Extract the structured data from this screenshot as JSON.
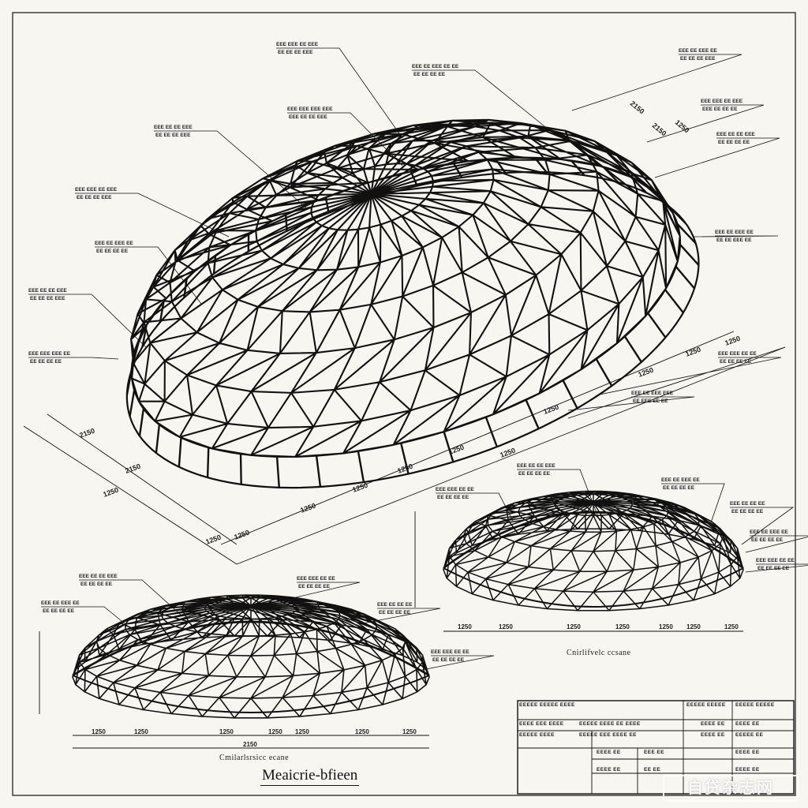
{
  "drawing": {
    "main_title": "Meaicrie-bfieen",
    "captions": {
      "dome_right": "Cnirlifvelc ccsane",
      "dome_left": "Cmilarlsrsicc ecane"
    }
  },
  "colors": {
    "paper": "#f7f6f1",
    "ink": "#111111"
  },
  "callouts": [
    {
      "text": "EEE EEE EE EEE",
      "sub": "EE EE EE EEE"
    },
    {
      "text": "EEE EE EEE EE EE",
      "sub": "EE EE EE EE"
    },
    {
      "text": "EEE EEE EEE EEE",
      "sub": "EEE EE EE EEE"
    },
    {
      "text": "EEE EE EE EEE",
      "sub": "EE EE EE EEE"
    },
    {
      "text": "EEE EEE EE EEE",
      "sub": "EE EE EE EEE"
    },
    {
      "text": "EEE EE EEE EE",
      "sub": "EE EE EE EE"
    },
    {
      "text": "EEE EE EE EEE",
      "sub": "EE EE EE EEE"
    },
    {
      "text": "EEE EEE EEE EE",
      "sub": "EE EE EE EE"
    },
    {
      "text": "EEE EE EEE EE",
      "sub": "EE EE EE EEE"
    },
    {
      "text": "EEE EEE EE EEE",
      "sub": "EEE EE EE EE"
    },
    {
      "text": "EEE EE EE EEE",
      "sub": "EE EE EE EE"
    },
    {
      "text": "EEE EE EEE EE",
      "sub": "EE EE EEE EE"
    },
    {
      "text": "EEE EEE EE EE",
      "sub": "EE EE EE EE"
    },
    {
      "text": "EEE EE EEE EEE",
      "sub": "EE EEE EE EE"
    },
    {
      "text": "EEE EE EE EEE",
      "sub": "EE EE EE EE"
    },
    {
      "text": "EEE EEE EE EE",
      "sub": "EE EE EE EE"
    },
    {
      "text": "EEE EE EEE EE",
      "sub": "EE EE EE EE"
    },
    {
      "text": "EEE EE EE EE",
      "sub": "EE EE EE EE"
    },
    {
      "text": "EEE EE EEE EE",
      "sub": "EE EE EE EE"
    },
    {
      "text": "EEE EEE EE EE",
      "sub": "EE EE EE EE"
    },
    {
      "text": "EEE EE EE EEE",
      "sub": "EE EE EE EE"
    },
    {
      "text": "EEE EEE EE EE",
      "sub": "EE EE EE EE"
    },
    {
      "text": "EEE EE EEE EE",
      "sub": "EE EE EE EE"
    },
    {
      "text": "EEE EE EE EE",
      "sub": "EE EE EE EE"
    },
    {
      "text": "EEE EEE EE EE",
      "sub": "EE EE EE EE"
    }
  ],
  "dimension_labels": {
    "main_front": [
      "2150",
      "2150",
      "1250",
      "1250",
      "1250",
      "1250",
      "1250",
      "1250",
      "1250"
    ],
    "main_left": [
      "2150",
      "2150",
      "1250"
    ],
    "main_right": [
      "1250",
      "1250",
      "1250",
      "1250",
      "1250"
    ],
    "dome_right_bottom": [
      "1250",
      "1250",
      "1250",
      "1250",
      "1250",
      "1250",
      "1250"
    ],
    "dome_left_bottom": [
      "1250",
      "1250",
      "1250",
      "1250",
      "1250",
      "1250",
      "1250"
    ],
    "dome_left_overall": "2150"
  },
  "title_block": {
    "rows": [
      [
        "EEEEE EEEEE EEEE",
        "EEEEE EEEEE",
        "EEEEE EEEEE"
      ],
      [
        "EEEE EEE EEEE",
        "EEEEE EEEE EE EEEE",
        "EEEE EE",
        "EEEE EE"
      ],
      [
        "EEEEE EEEE",
        "EEEEE EEE EEEE EE",
        "EEEE EE",
        "EEEEE EE"
      ],
      [
        "EEEE EE",
        "EEE EE",
        "EEEE EE"
      ],
      [
        "EEEE EE",
        "EE EE",
        "EEEE EE"
      ]
    ]
  },
  "watermark": "自贷杂志网"
}
